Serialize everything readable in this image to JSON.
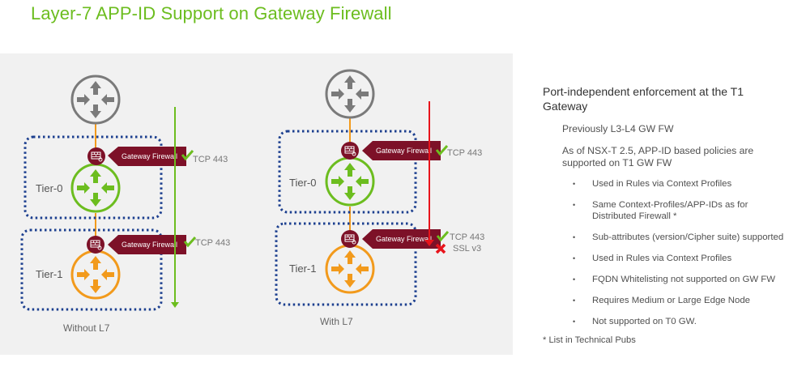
{
  "slide": {
    "title": "Layer-7 APP-ID Support on Gateway Firewall",
    "colors": {
      "title": "#6cbd1f",
      "tier0": "#6cbd1f",
      "tier1": "#f29a1c",
      "router": "#7a7a7a",
      "firewall": "#7d1128",
      "boundary": "#1c3f8f",
      "allowed_flow": "#6cbd1f",
      "blocked_flow": "#e8141c"
    }
  },
  "diagrams": [
    {
      "caption": "Without L7",
      "tiers": [
        {
          "label": "Tier-0",
          "firewall_label": "Gateway Firewall",
          "result_icon": "check-icon",
          "result_text": [
            "TCP 443"
          ]
        },
        {
          "label": "Tier-1",
          "firewall_label": "Gateway Firewall",
          "result_icon": "check-icon",
          "result_text": [
            "TCP 443"
          ]
        }
      ],
      "flow": "allowed"
    },
    {
      "caption": "With L7",
      "tiers": [
        {
          "label": "Tier-0",
          "firewall_label": "Gateway Firewall",
          "result_icon": "check-icon",
          "result_text": [
            "TCP 443"
          ]
        },
        {
          "label": "Tier-1",
          "firewall_label": "Gateway Firewall",
          "result_icon": "check-and-cross-icon",
          "result_text": [
            "TCP 443",
            "SSL v3"
          ]
        }
      ],
      "flow": "blocked"
    }
  ],
  "notes": {
    "heading": "Port-independent enforcement at the T1 Gateway",
    "paragraphs": [
      "Previously L3-L4 GW FW",
      "As of NSX-T 2.5, APP-ID based policies are supported on T1 GW FW"
    ],
    "bullets": [
      "Used in Rules via Context Profiles",
      "Same Context-Profiles/APP-IDs as for Distributed Firewall *",
      "Sub-attributes (version/Cipher suite) supported",
      "Used in Rules via Context Profiles",
      "FQDN Whitelisting not supported on GW FW",
      "Requires Medium or Large Edge Node",
      "Not supported on T0 GW."
    ],
    "footnote": "* List in Technical Pubs"
  }
}
